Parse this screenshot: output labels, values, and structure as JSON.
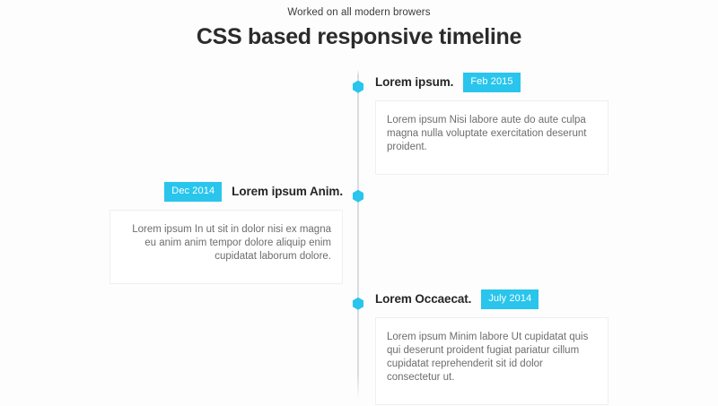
{
  "header": {
    "subtitle": "Worked on all modern browers",
    "title": "CSS based responsive timeline"
  },
  "colors": {
    "accent": "#29c5ec",
    "title_text": "#262626",
    "body_text": "#6d6d6d",
    "axis_line": "#d8dde0",
    "box_border": "#efefef",
    "page_background": "#fdfdfd"
  },
  "timeline": {
    "entries": [
      {
        "side": "right",
        "title": "Lorem ipsum.",
        "date": "Feb 2015",
        "text": "Lorem ipsum Nisi labore aute do aute culpa magna nulla voluptate exercitation deserunt proident.",
        "marker_icon": "hexagon-marker-icon"
      },
      {
        "side": "left",
        "title": "Lorem ipsum Anim.",
        "date": "Dec 2014",
        "text": "Lorem ipsum In ut sit in dolor nisi ex magna eu anim anim tempor dolore aliquip enim cupidatat laborum dolore.",
        "marker_icon": "hexagon-marker-icon"
      },
      {
        "side": "right",
        "title": "Lorem Occaecat.",
        "date": "July 2014",
        "text": "Lorem ipsum Minim labore Ut cupidatat quis qui deserunt proident fugiat pariatur cillum cupidatat reprehenderit sit id dolor consectetur ut.",
        "marker_icon": "hexagon-marker-icon"
      }
    ]
  }
}
